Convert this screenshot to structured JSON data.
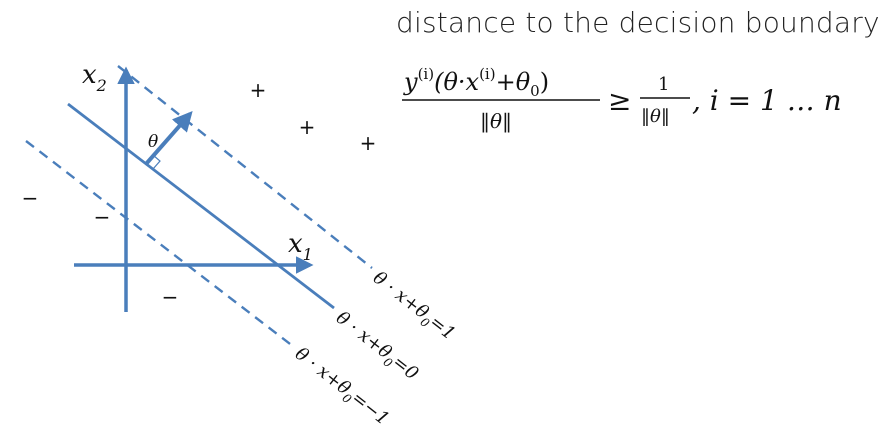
{
  "heading": "distance to the decision boundary",
  "axes": {
    "x_label": "x",
    "x_sub": "1",
    "y_label": "x",
    "y_sub": "2",
    "normal_label": "θ"
  },
  "boundary_labels": {
    "upper": {
      "prefix": "θ · x+θ",
      "sub": "0",
      "suffix": "=1"
    },
    "middle": {
      "prefix": "θ · x+θ",
      "sub": "0",
      "suffix": "=0"
    },
    "lower": {
      "prefix": "θ · x+θ",
      "sub": "0",
      "suffix": "=−1"
    }
  },
  "points": {
    "plus": [
      "+",
      "+",
      "+"
    ],
    "minus": [
      "−",
      "−",
      "−"
    ]
  },
  "formula": {
    "y": "y",
    "i_sup": "(i)",
    "open": "(θ·",
    "x": "x",
    "x_sup": "(i)",
    "plus_theta": "+θ",
    "zero": "0",
    "close": ")",
    "norm": "‖θ‖",
    "geq": "≥",
    "one": "1",
    "rhs_norm": "‖θ‖",
    "tail": ", i = 1 … n"
  },
  "colors": {
    "accent": "#4a7ebb",
    "text": "#111111"
  }
}
